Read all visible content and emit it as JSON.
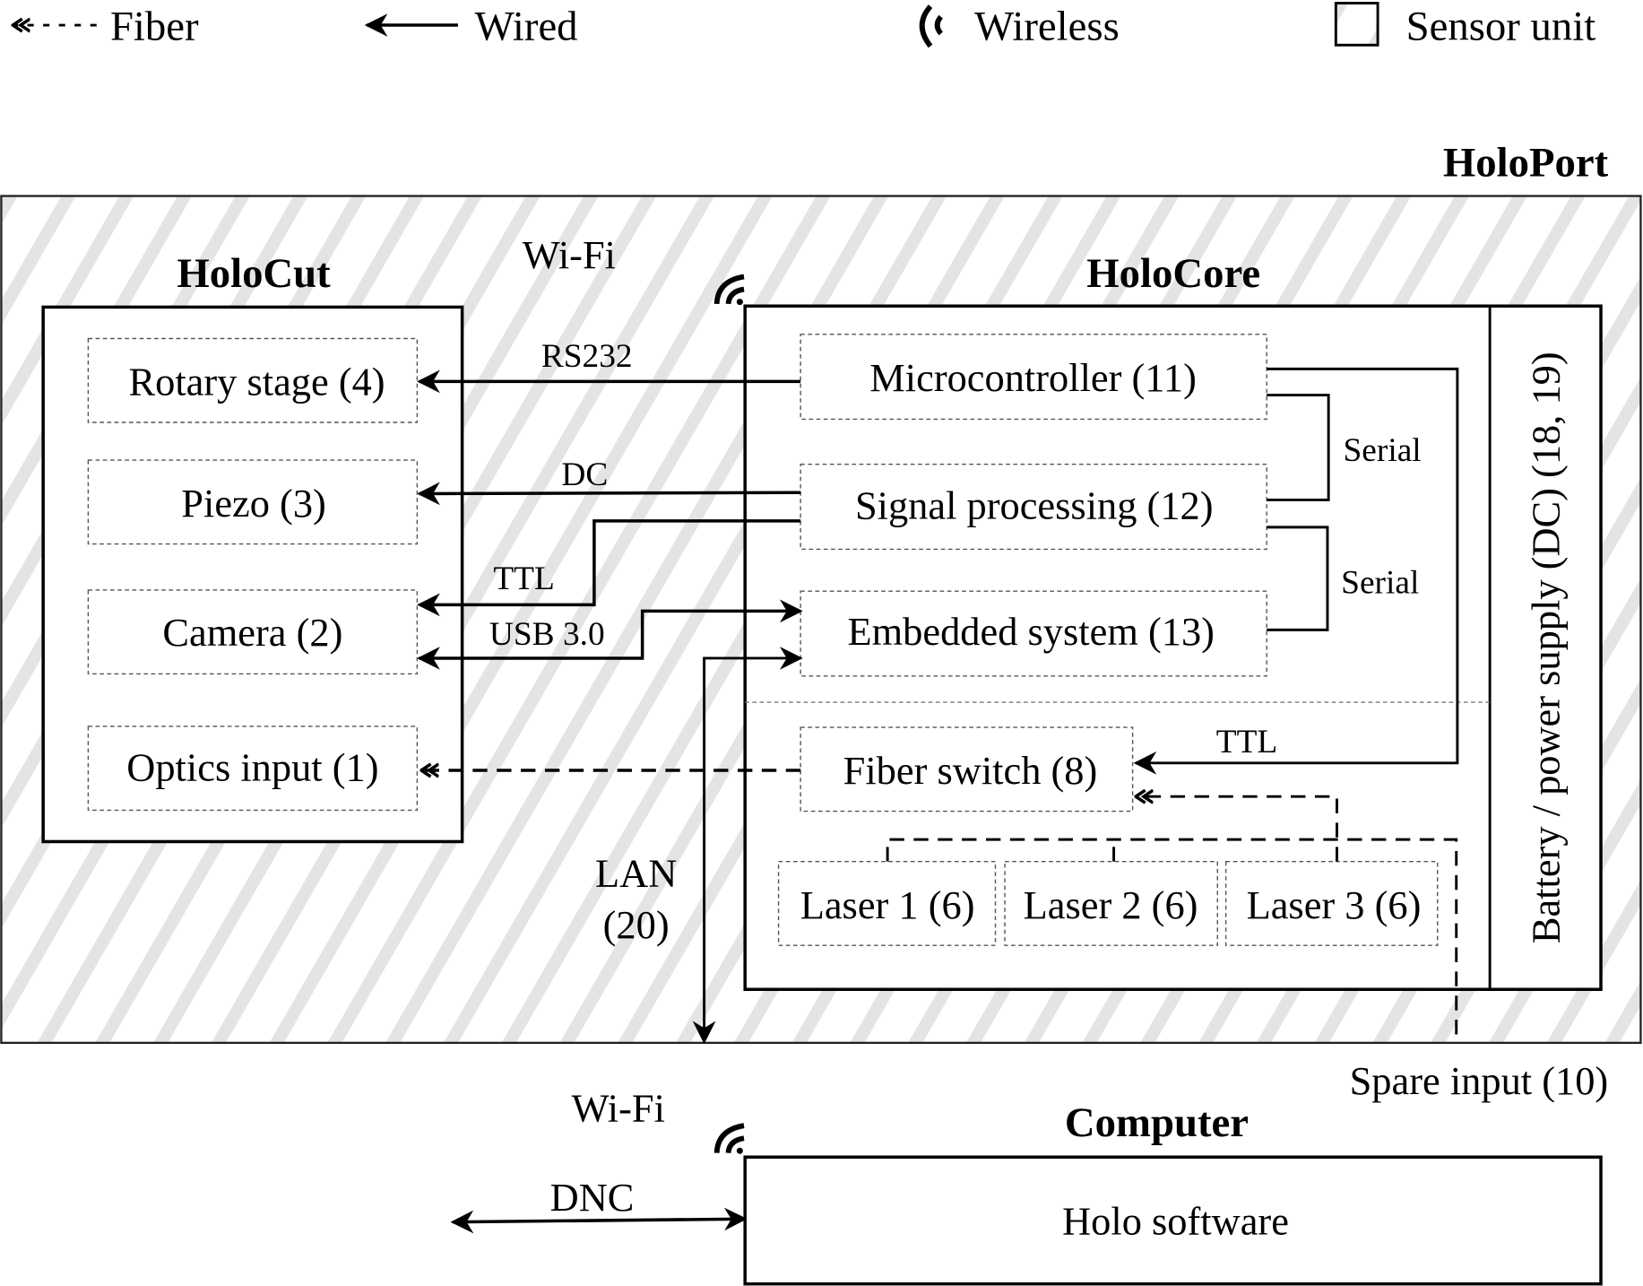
{
  "legend": {
    "fiber": "Fiber",
    "wired": "Wired",
    "wireless": "Wireless",
    "sensor_unit": "Sensor unit"
  },
  "groups": {
    "holoport": "HoloPort",
    "holocut": "HoloCut",
    "holocore": "HoloCore",
    "computer": "Computer"
  },
  "holocut_nodes": {
    "rotary_stage": "Rotary stage (4)",
    "piezo": "Piezo (3)",
    "camera": "Camera (2)",
    "optics_input": "Optics input (1)"
  },
  "holocore_nodes": {
    "microcontroller": "Microcontroller (11)",
    "signal_processing": "Signal processing (12)",
    "embedded_system": "Embedded system (13)",
    "fiber_switch": "Fiber switch (8)",
    "laser1": "Laser 1 (6)",
    "laser2": "Laser 2 (6)",
    "laser3": "Laser 3 (6)",
    "power_supply": "Battery / power supply (DC) (18, 19)"
  },
  "computer_nodes": {
    "holo_software": "Holo software"
  },
  "connection_labels": {
    "wifi_top": "Wi-Fi",
    "wifi_bottom": "Wi-Fi",
    "rs232": "RS232",
    "dc": "DC",
    "ttl_camera": "TTL",
    "usb": "USB 3.0",
    "serial_1": "Serial",
    "serial_2": "Serial",
    "ttl_fiber": "TTL",
    "lan_line1": "LAN",
    "lan_line2": "(20)",
    "spare_input": "Spare input (10)",
    "dnc": "DNC"
  }
}
